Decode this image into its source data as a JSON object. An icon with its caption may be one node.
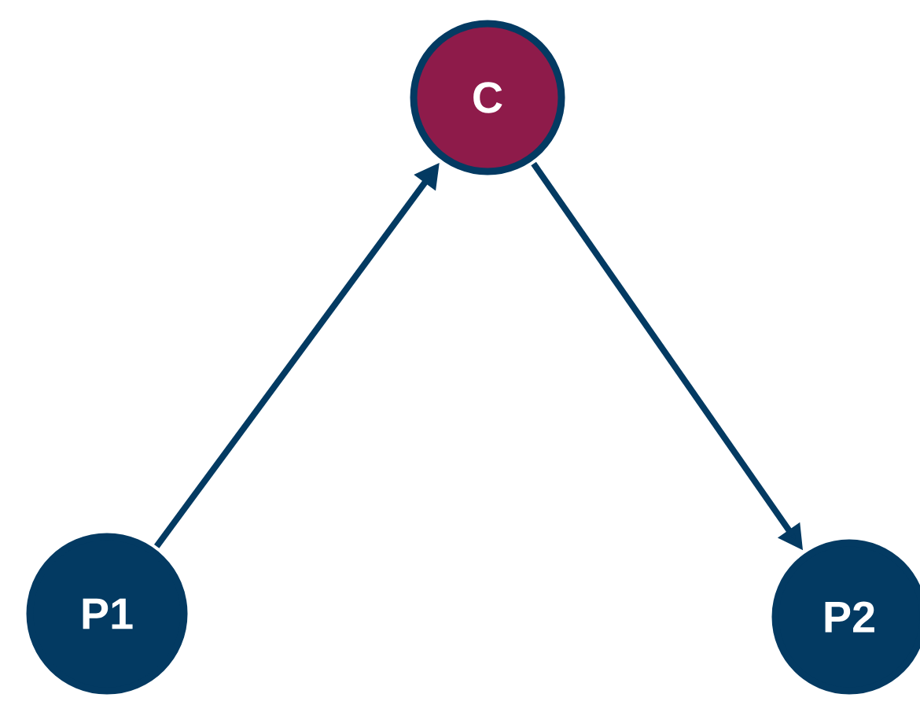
{
  "diagram": {
    "nodes": [
      {
        "text": [
          "C"
        ]
      },
      {
        "text": [
          "P1"
        ]
      },
      {
        "text": [
          "P2"
        ]
      }
    ],
    "edges": [
      {
        "from": 1,
        "to": 0,
        "arrow": "to"
      },
      {
        "from": 0,
        "to": 2,
        "arrow": "to"
      }
    ]
  }
}
